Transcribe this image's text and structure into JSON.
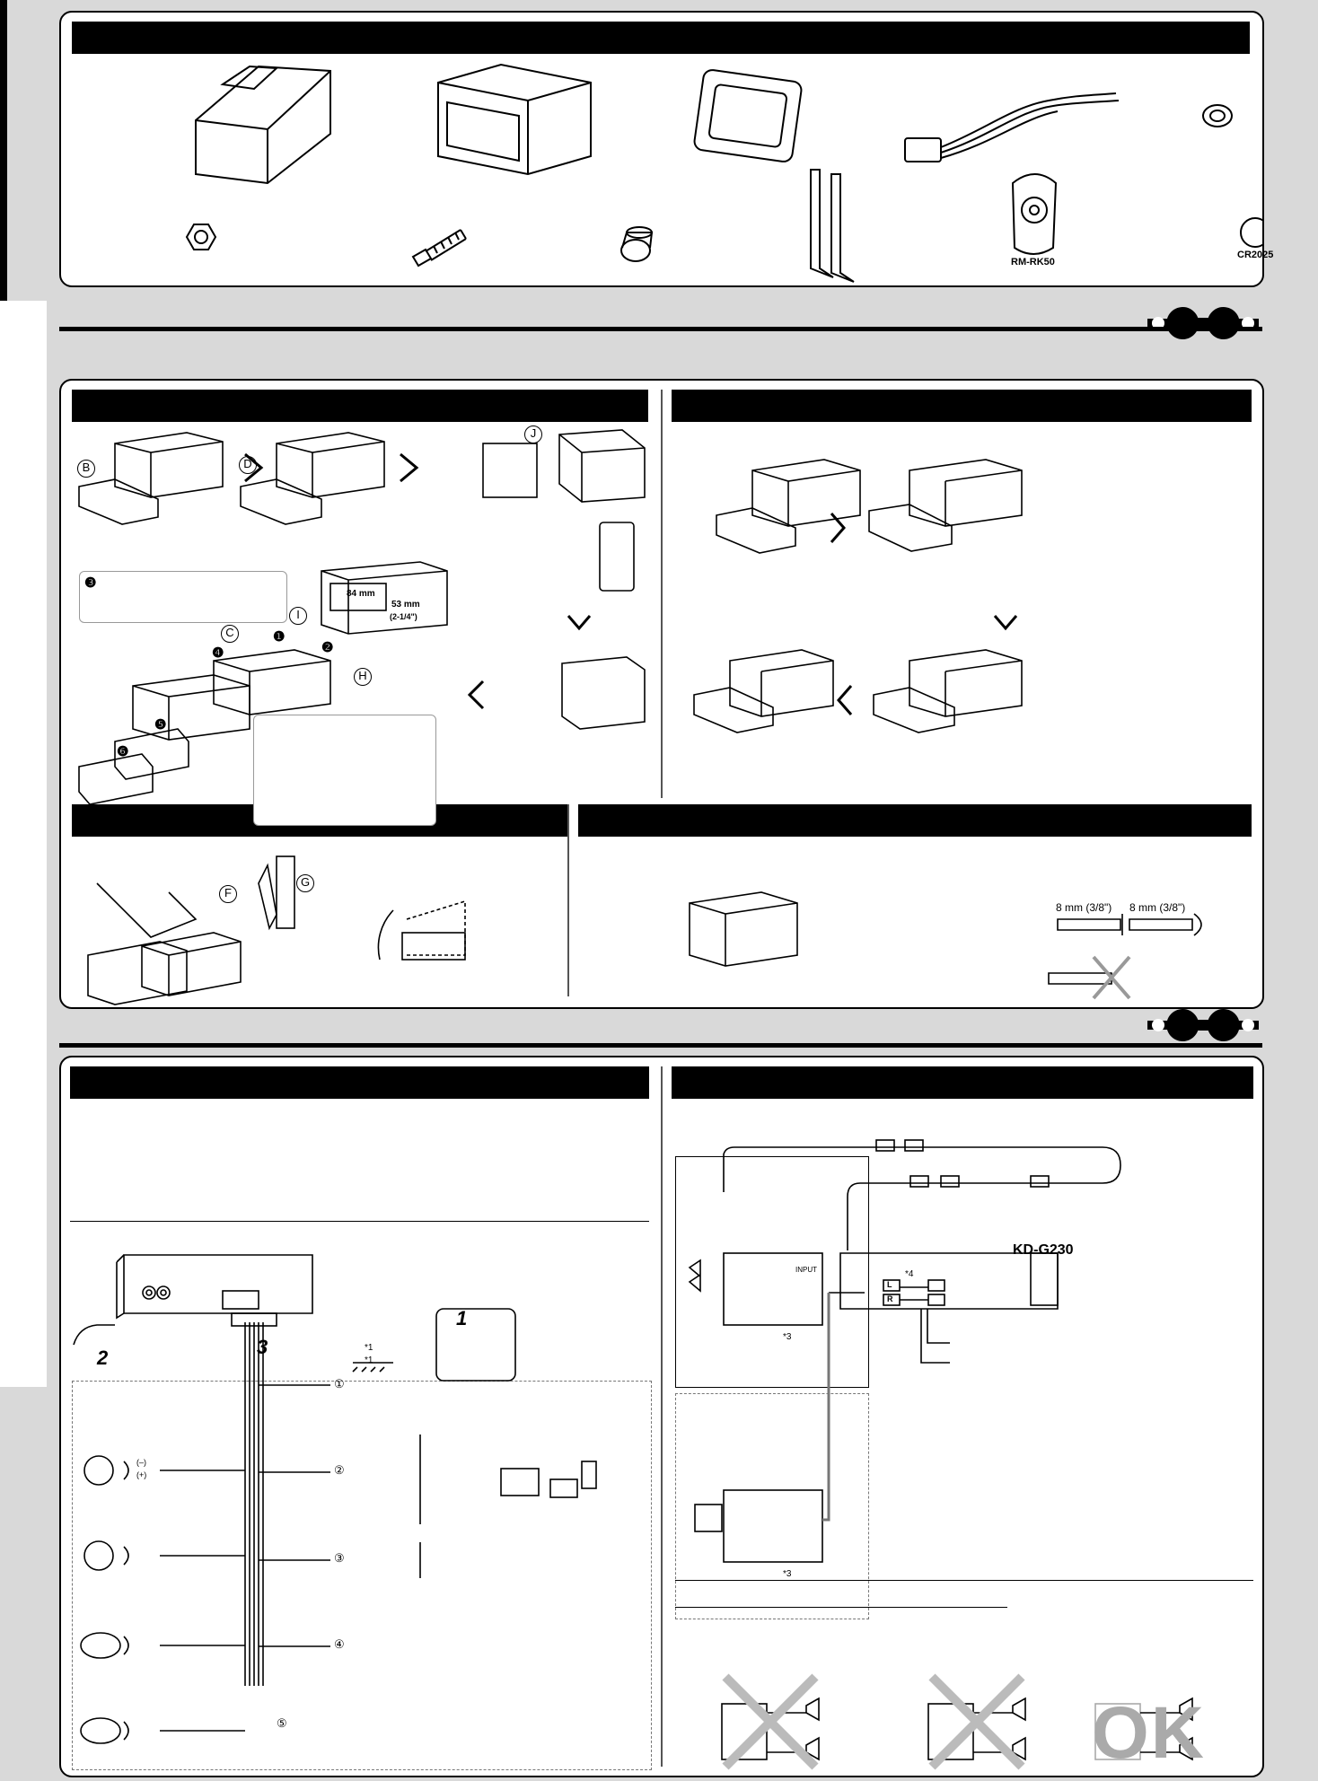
{
  "accessories": {
    "remote_model": "RM-RK50",
    "battery_model": "CR2025"
  },
  "mounting": {
    "dim_width": "84 mm",
    "dim_height": "53 mm",
    "dim_height_in": "(2-1/4\")",
    "screw_length_1": "8 mm (3/8\")",
    "screw_length_2": "8 mm (3/8\")",
    "letters": [
      "B",
      "D",
      "J",
      "C",
      "I",
      "H",
      "F",
      "G"
    ],
    "steps": [
      "❶",
      "❷",
      "❸",
      "❹",
      "❺",
      "❻"
    ]
  },
  "wiring": {
    "model": "KD-G230",
    "num1": "1",
    "num2": "2",
    "num3": "3",
    "leads": [
      "①",
      "②",
      "③",
      "④",
      "⑤"
    ],
    "notes": [
      "*1",
      "*1",
      "*3",
      "*3",
      "*4"
    ],
    "minus": "(–)",
    "plus": "(+)",
    "input": "INPUT",
    "ch_l": "L",
    "ch_r": "R",
    "ok": "OK"
  }
}
